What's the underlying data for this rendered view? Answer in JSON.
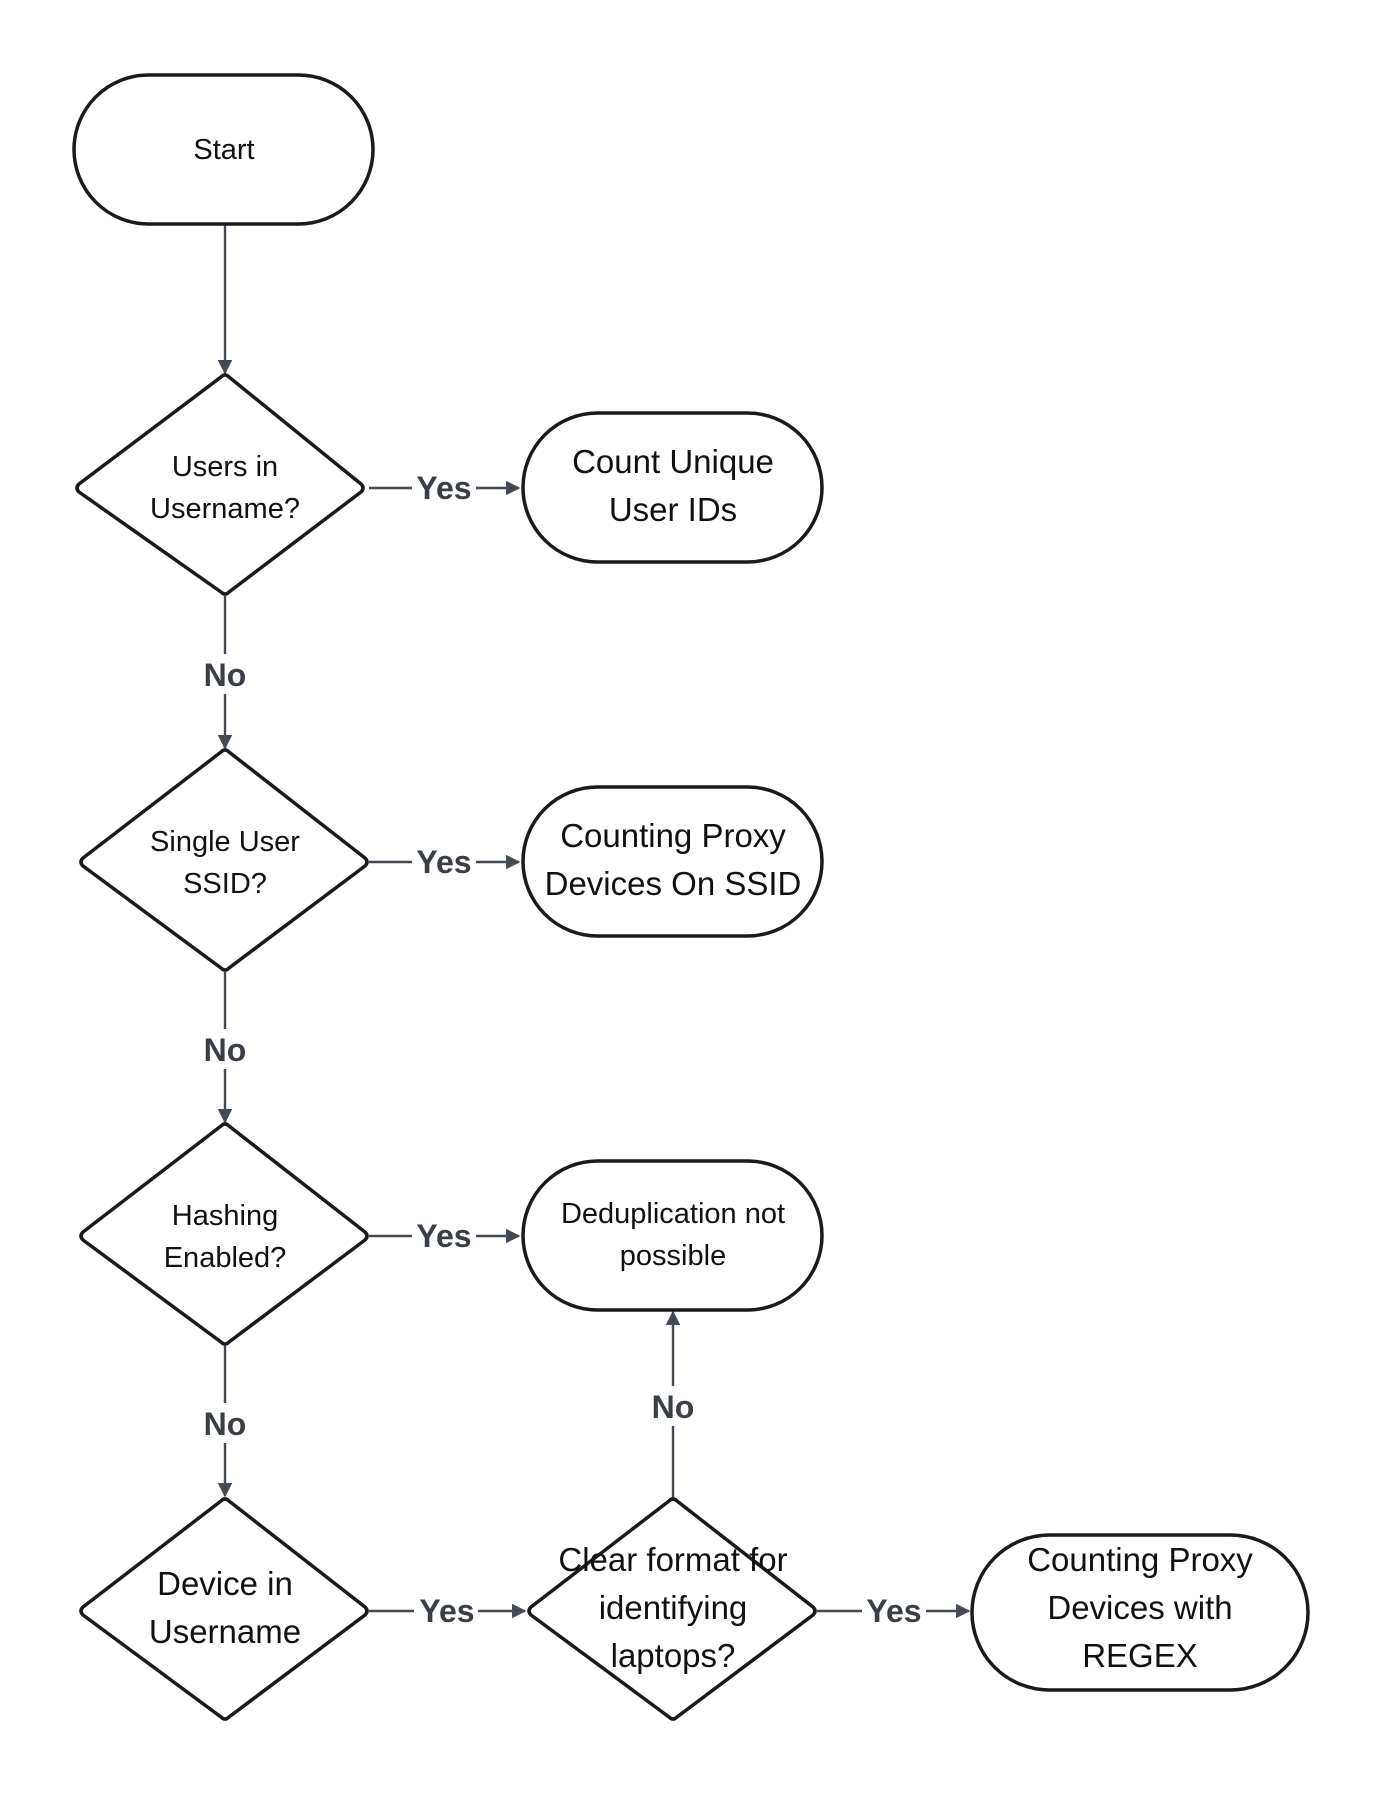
{
  "nodes": {
    "start": {
      "lines": [
        "Start"
      ]
    },
    "users_in_username": {
      "lines": [
        "Users in",
        "Username?"
      ]
    },
    "count_unique_user_ids": {
      "lines": [
        "Count Unique",
        "User IDs"
      ]
    },
    "single_user_ssid": {
      "lines": [
        "Single User",
        "SSID?"
      ]
    },
    "counting_proxy_ssid": {
      "lines": [
        "Counting Proxy",
        "Devices On SSID"
      ]
    },
    "hashing_enabled": {
      "lines": [
        "Hashing",
        "Enabled?"
      ]
    },
    "dedup_not_possible": {
      "lines": [
        "Deduplication not",
        "possible"
      ]
    },
    "device_in_username": {
      "lines": [
        "Device in",
        "Username"
      ]
    },
    "clear_format": {
      "lines": [
        "Clear format for",
        "identifying",
        "laptops?"
      ]
    },
    "counting_proxy_regex": {
      "lines": [
        "Counting Proxy",
        "Devices with",
        "REGEX"
      ]
    }
  },
  "edges": {
    "yes_users": "Yes",
    "no_users": "No",
    "yes_ssid": "Yes",
    "no_ssid": "No",
    "yes_hashing": "Yes",
    "no_hashing": "No",
    "yes_device": "Yes",
    "no_clear": "No",
    "yes_clear": "Yes"
  }
}
